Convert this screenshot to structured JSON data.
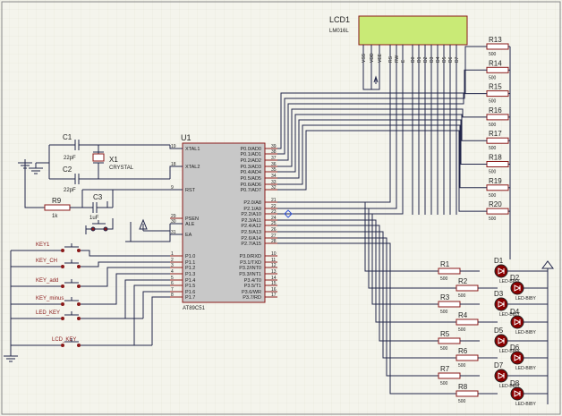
{
  "lcd": {
    "ref": "LCD1",
    "model": "LM016L",
    "pins": [
      "VSS",
      "VDD",
      "VEE",
      "RS",
      "RW",
      "E",
      "D0",
      "D1",
      "D2",
      "D3",
      "D4",
      "D5",
      "D6",
      "D7"
    ]
  },
  "resistors_top": [
    {
      "ref": "R13",
      "value": "500"
    },
    {
      "ref": "R14",
      "value": "500"
    },
    {
      "ref": "R15",
      "value": "500"
    },
    {
      "ref": "R16",
      "value": "500"
    },
    {
      "ref": "R17",
      "value": "500"
    },
    {
      "ref": "R18",
      "value": "500"
    },
    {
      "ref": "R19",
      "value": "500"
    },
    {
      "ref": "R20",
      "value": "500"
    }
  ],
  "mcu": {
    "ref": "U1",
    "part": "AT89C51",
    "left_pins": [
      {
        "num": "19",
        "name": "XTAL1"
      },
      {
        "num": "18",
        "name": "XTAL2"
      },
      {
        "num": "9",
        "name": "RST"
      },
      {
        "num": "29",
        "name": "PSEN"
      },
      {
        "num": "30",
        "name": "ALE"
      },
      {
        "num": "31",
        "name": "EA"
      },
      {
        "num": "1",
        "name": "P1.0"
      },
      {
        "num": "2",
        "name": "P1.1"
      },
      {
        "num": "3",
        "name": "P1.2"
      },
      {
        "num": "4",
        "name": "P1.3"
      },
      {
        "num": "5",
        "name": "P1.4"
      },
      {
        "num": "6",
        "name": "P1.5"
      },
      {
        "num": "7",
        "name": "P1.6"
      },
      {
        "num": "8",
        "name": "P1.7"
      }
    ],
    "right_pins": [
      {
        "num": "39",
        "name": "P0.0/AD0"
      },
      {
        "num": "38",
        "name": "P0.1/AD1"
      },
      {
        "num": "37",
        "name": "P0.2/AD2"
      },
      {
        "num": "36",
        "name": "P0.3/AD3"
      },
      {
        "num": "35",
        "name": "P0.4/AD4"
      },
      {
        "num": "34",
        "name": "P0.5/AD5"
      },
      {
        "num": "33",
        "name": "P0.6/AD6"
      },
      {
        "num": "32",
        "name": "P0.7/AD7"
      },
      {
        "num": "21",
        "name": "P2.0/A8"
      },
      {
        "num": "22",
        "name": "P2.1/A9"
      },
      {
        "num": "23",
        "name": "P2.2/A10"
      },
      {
        "num": "24",
        "name": "P2.3/A11"
      },
      {
        "num": "25",
        "name": "P2.4/A12"
      },
      {
        "num": "26",
        "name": "P2.5/A13"
      },
      {
        "num": "27",
        "name": "P2.6/A14"
      },
      {
        "num": "28",
        "name": "P2.7/A15"
      },
      {
        "num": "10",
        "name": "P3.0/RXD"
      },
      {
        "num": "11",
        "name": "P3.1/TXD"
      },
      {
        "num": "12",
        "name": "P3.2/INT0"
      },
      {
        "num": "13",
        "name": "P3.3/INT1"
      },
      {
        "num": "14",
        "name": "P3.4/T0"
      },
      {
        "num": "15",
        "name": "P3.5/T1"
      },
      {
        "num": "16",
        "name": "P3.6/WR"
      },
      {
        "num": "17",
        "name": "P3.7/RD"
      }
    ]
  },
  "crystal": {
    "ref": "X1",
    "label": "CRYSTAL"
  },
  "caps": [
    {
      "ref": "C1",
      "value": "22pF"
    },
    {
      "ref": "C2",
      "value": "22pF"
    },
    {
      "ref": "C3",
      "value": "1uF"
    }
  ],
  "reset_resistor": {
    "ref": "R9",
    "value": "1k"
  },
  "keys": [
    "KEY1",
    "KEY_CH",
    "KEY_add",
    "KEY_minus",
    "LED_KEY",
    "LCD_KEY"
  ],
  "resistors_bottom": [
    {
      "ref": "R1",
      "value": "500"
    },
    {
      "ref": "R2",
      "value": "500"
    },
    {
      "ref": "R3",
      "value": "500"
    },
    {
      "ref": "R4",
      "value": "500"
    },
    {
      "ref": "R5",
      "value": "500"
    },
    {
      "ref": "R6",
      "value": "500"
    },
    {
      "ref": "R7",
      "value": "500"
    },
    {
      "ref": "R8",
      "value": "500"
    }
  ],
  "leds": [
    {
      "ref": "D1",
      "part": "LED-BIBY"
    },
    {
      "ref": "D2",
      "part": "LED-BIBY"
    },
    {
      "ref": "D3",
      "part": "LED-BIBY"
    },
    {
      "ref": "D4",
      "part": "LED-BIBY"
    },
    {
      "ref": "D5",
      "part": "LED-BIBY"
    },
    {
      "ref": "D6",
      "part": "LED-BIBY"
    },
    {
      "ref": "D7",
      "part": "LED-BIBY"
    },
    {
      "ref": "D8",
      "part": "LED-BIBY"
    }
  ],
  "colors": {
    "wire": "#22264a",
    "component": "#8a1a1a",
    "chip_fill": "#c8c8c8",
    "lcd_fill": "#c9ea76",
    "led_fill": "#8a0000",
    "grid": "#e4e4d8",
    "background": "#f4f4ec"
  }
}
